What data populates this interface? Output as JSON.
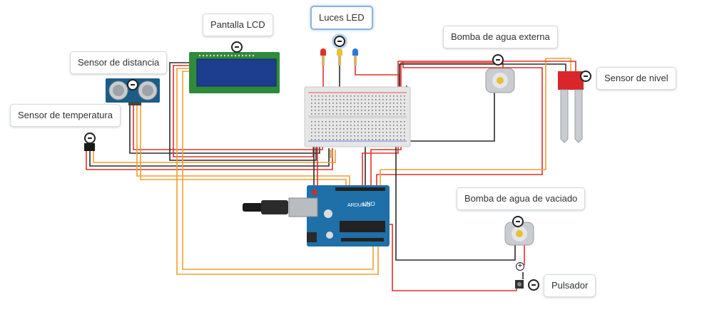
{
  "labels": {
    "lcd": "Pantalla LCD",
    "leds": "Luces LED",
    "pump_ext": "Bomba de agua externa",
    "distance": "Sensor de distancia",
    "level": "Sensor de nivel",
    "temperature": "Sensor de temperatura",
    "pump_drain": "Bomba de agua de vaciado",
    "button": "Pulsador"
  },
  "board": {
    "model": "UNO",
    "brand": "ARDUINO"
  },
  "colors": {
    "wire_red": "#e0302c",
    "wire_black": "#2b2b2b",
    "wire_orange": "#f0a030",
    "breadboard": "#e8e8e8",
    "arduino": "#1f6fa8",
    "lcd_screen": "#1d3d8f",
    "lcd_pcb": "#2f8a3c"
  },
  "icons": [
    "minus-circle-icon",
    "plus-circle-icon"
  ]
}
